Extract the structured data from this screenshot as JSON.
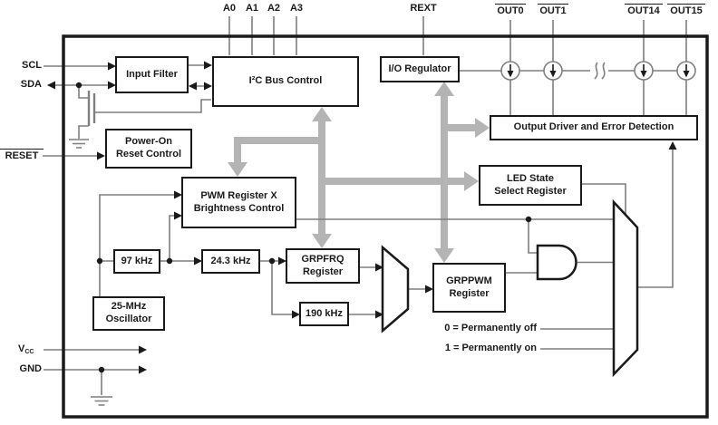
{
  "pins": {
    "a0": "A0",
    "a1": "A1",
    "a2": "A2",
    "a3": "A3",
    "rext": "REXT",
    "out0": "OUT0",
    "out1": "OUT1",
    "out14": "OUT14",
    "out15": "OUT15",
    "scl": "SCL",
    "sda": "SDA",
    "reset": "RESET",
    "vcc_main": "V",
    "vcc_sub": "CC",
    "gnd": "GND"
  },
  "blocks": {
    "input_filter": "Input Filter",
    "i2c_bus_control": "I²C Bus Control",
    "io_regulator": "I/O Regulator",
    "power_on_reset": "Power-On\nReset Control",
    "output_driver": "Output Driver and Error Detection",
    "pwm_register": "PWM Register X\nBrightness Control",
    "led_state": "LED State\nSelect Register",
    "clk_97": "97 kHz",
    "clk_243": "24.3 kHz",
    "grpfrq": "GRPFRQ\nRegister",
    "oscillator": "25-MHz\nOscillator",
    "clk_190": "190 kHz",
    "grppwm": "GRPPWM\nRegister"
  },
  "annotations": {
    "perm_off": "0 = Permanently off",
    "perm_on": "1 = Permanently on"
  },
  "colors": {
    "ink": "#1a1a1a",
    "wire": "#7f7f7f",
    "bus": "#b4b4b4",
    "bg": "#ffffff"
  }
}
